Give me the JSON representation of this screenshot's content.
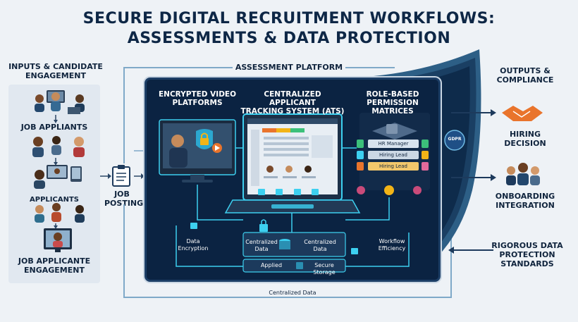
{
  "title": {
    "line1": "SECURE DIGITAL RECRUITMENT WORKFLOWS:",
    "line2": "ASSESSMENTS & DATA PROTECTION"
  },
  "left": {
    "heading": "INPUTS & CANDIDATE\nENGAGEMENT",
    "job_applicants": "JOB APPLIANTS",
    "applicants": "APPLICANTS",
    "engagement": "JOB APPLICANTE\nENGAGEMENT"
  },
  "job_posting": "JOB\nPOSTING",
  "platform": {
    "label": "ASSESSMENT PLATFORM",
    "video": "ENCRYPTED VIDEO\nPLATFORMS",
    "ats": "CENTRALIZED APPLICANT\nTRACKING SYSTEM (ATS)",
    "rbac": "ROLE-BASED\nPERMISSION MATRICES",
    "roles": [
      "HR Manager",
      "Hiring Lead",
      "Hiring Lead"
    ],
    "data_encryption": "Data\nEncryption",
    "workflow": "Workflow\nEfficiency",
    "db_left": "Centralized\nData",
    "db_right": "Centralized\nData",
    "applied": "Applied",
    "secure_storage": "Secure Storage",
    "centralized_data_bottom": "Centralized Data"
  },
  "shield_badge": "GDPR",
  "right": {
    "heading": "OUTPUTS &\nCOMPLIANCE",
    "hiring": "HIRING\nDECISION",
    "onboarding": "ONBOARDING\nINTEGRATION",
    "standards": "RIGOROUS DATA\nPROTECTION\nSTANDARDS"
  },
  "colors": {
    "navy": "#0b2342",
    "cyan": "#27c4e8",
    "gold": "#f2b417",
    "teal": "#4aa3b8",
    "orange": "#e9742c"
  }
}
